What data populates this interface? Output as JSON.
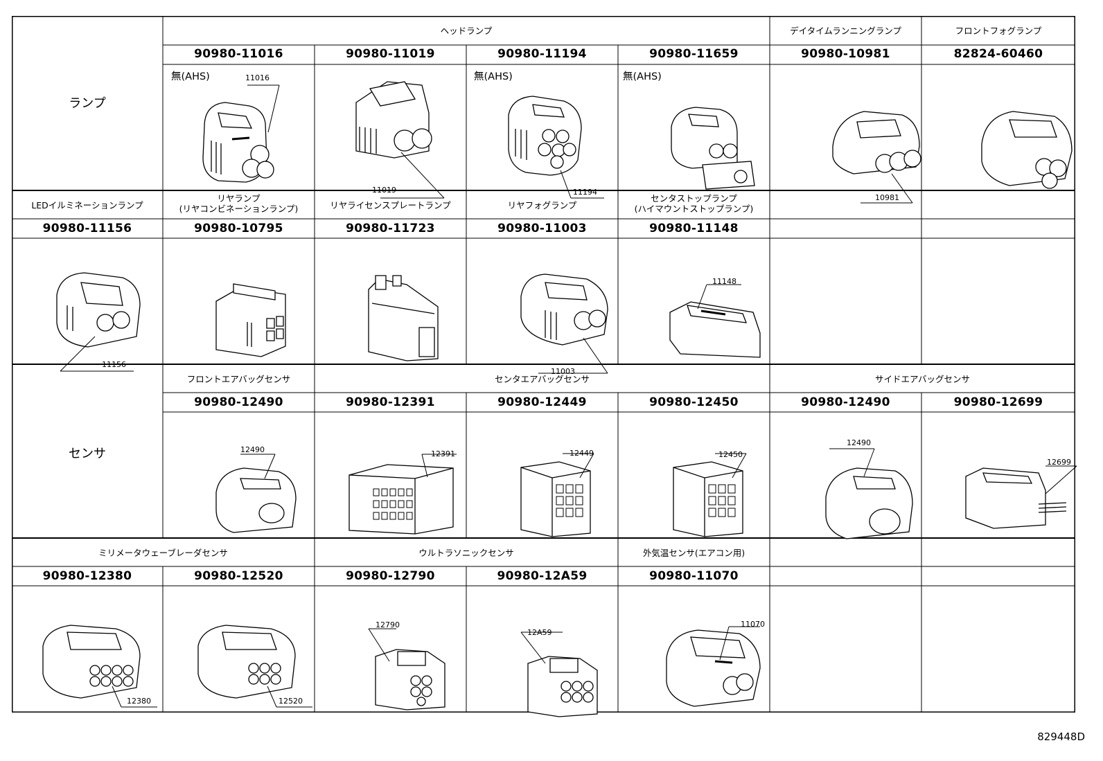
{
  "groups": {
    "lamp": "ランプ",
    "sensor": "センサ"
  },
  "headers": {
    "headlamp": "ヘッドランプ",
    "drl": "デイタイムランニングランプ",
    "front_fog": "フロントフォグランプ",
    "led_illum": "LEDイルミネーションランプ",
    "rear_lamp": "リヤランプ\n(リヤコンビネーションランプ)",
    "license_lamp": "リヤライセンスプレートランプ",
    "rear_fog": "リヤフォグランプ",
    "center_stop": "センタストップランプ\n(ハイマウントストップランプ)",
    "front_airbag": "フロントエアバッグセンサ",
    "center_airbag": "センタエアバッグセンサ",
    "side_airbag": "サイドエアバッグセンサ",
    "mmwave": "ミリメータウェーブレーダセンサ",
    "ultrasonic": "ウルトラソニックセンサ",
    "outside_temp": "外気温センサ(エアコン用)"
  },
  "parts": {
    "p11016": "90980-11016",
    "p11019": "90980-11019",
    "p11194": "90980-11194",
    "p11659": "90980-11659",
    "p10981": "90980-10981",
    "p60460": "82824-60460",
    "p11156": "90980-11156",
    "p10795": "90980-10795",
    "p11723": "90980-11723",
    "p11003": "90980-11003",
    "p11148": "90980-11148",
    "p12490a": "90980-12490",
    "p12391": "90980-12391",
    "p12449": "90980-12449",
    "p12450": "90980-12450",
    "p12490b": "90980-12490",
    "p12699": "90980-12699",
    "p12380": "90980-12380",
    "p12520": "90980-12520",
    "p12790": "90980-12790",
    "p12A59": "90980-12A59",
    "p11070": "90980-11070"
  },
  "notes": {
    "no_ahs": "無(AHS)"
  },
  "callouts": {
    "c11016": "11016",
    "c11019": "11019",
    "c11194": "11194",
    "c10981": "10981",
    "c11156": "11156",
    "c11003": "11003",
    "c11148": "11148",
    "c12490a": "12490",
    "c12391": "12391",
    "c12449": "12449",
    "c12450": "12450",
    "c12490b": "12490",
    "c12699": "12699",
    "c12380": "12380",
    "c12520": "12520",
    "c12790": "12790",
    "c12A59": "12A59",
    "c11070": "11070"
  },
  "doc_id": "829448D",
  "colors": {
    "line": "#000000",
    "background": "#ffffff"
  }
}
